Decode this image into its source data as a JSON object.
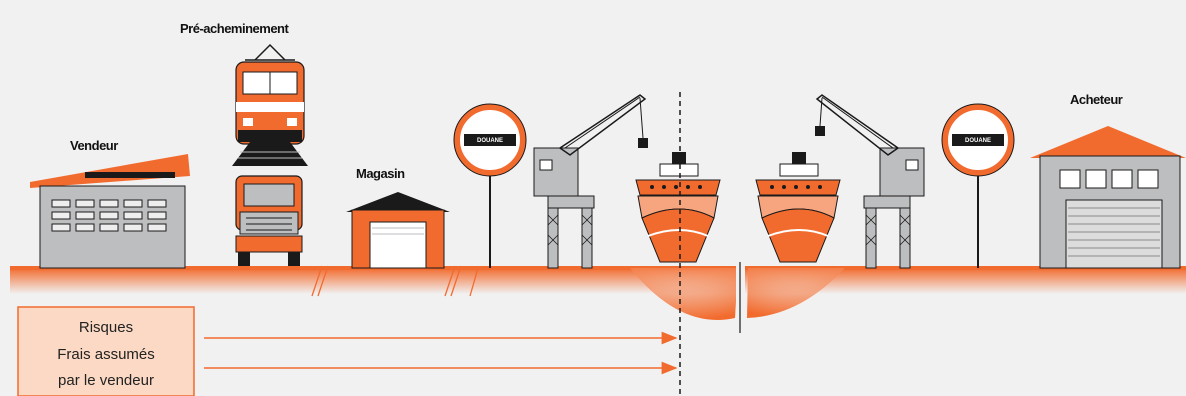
{
  "labels": {
    "pre_acheminement": "Pré-acheminement",
    "vendeur": "Vendeur",
    "magasin": "Magasin",
    "acheteur": "Acheteur"
  },
  "sign_text": "DOUANE",
  "risk_box": {
    "line1": "Risques",
    "line2": "Frais assumés",
    "line3": "par le vendeur"
  },
  "colors": {
    "accent": "#f26b2e",
    "accent_light": "#f7a57e",
    "box_fill": "#fbd9c4",
    "background": "#f1f1f2",
    "building_gray": "#bdbec0",
    "dark": "#1a1a1a"
  }
}
